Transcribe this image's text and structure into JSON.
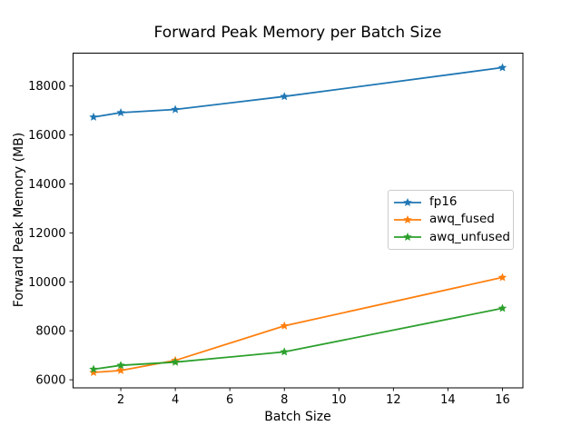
{
  "figure": {
    "background": "#ffffff",
    "text_color": "#000000",
    "spine_color": "#000000",
    "legend_border_color": "#cccccc"
  },
  "chart_data": {
    "type": "line",
    "title": "Forward Peak Memory per Batch Size",
    "xlabel": "Batch Size",
    "ylabel": "Forward Peak Memory (MB)",
    "x": [
      1,
      2,
      4,
      8,
      16
    ],
    "series": [
      {
        "name": "fp16",
        "color": "#1f77b4",
        "marker": "star",
        "values": [
          16730,
          16910,
          17040,
          17570,
          18750
        ]
      },
      {
        "name": "awq_fused",
        "color": "#ff7f0e",
        "marker": "star",
        "values": [
          6300,
          6380,
          6790,
          8200,
          10180
        ]
      },
      {
        "name": "awq_unfused",
        "color": "#2ca02c",
        "marker": "star",
        "values": [
          6430,
          6590,
          6720,
          7140,
          8920
        ]
      }
    ],
    "x_ticks": [
      2,
      4,
      6,
      8,
      10,
      12,
      14,
      16
    ],
    "y_ticks": [
      6000,
      8000,
      10000,
      12000,
      14000,
      16000,
      18000
    ],
    "xlim": [
      0.25,
      16.75
    ],
    "ylim": [
      5670,
      19360
    ],
    "grid": false,
    "legend_position": "center-right"
  }
}
